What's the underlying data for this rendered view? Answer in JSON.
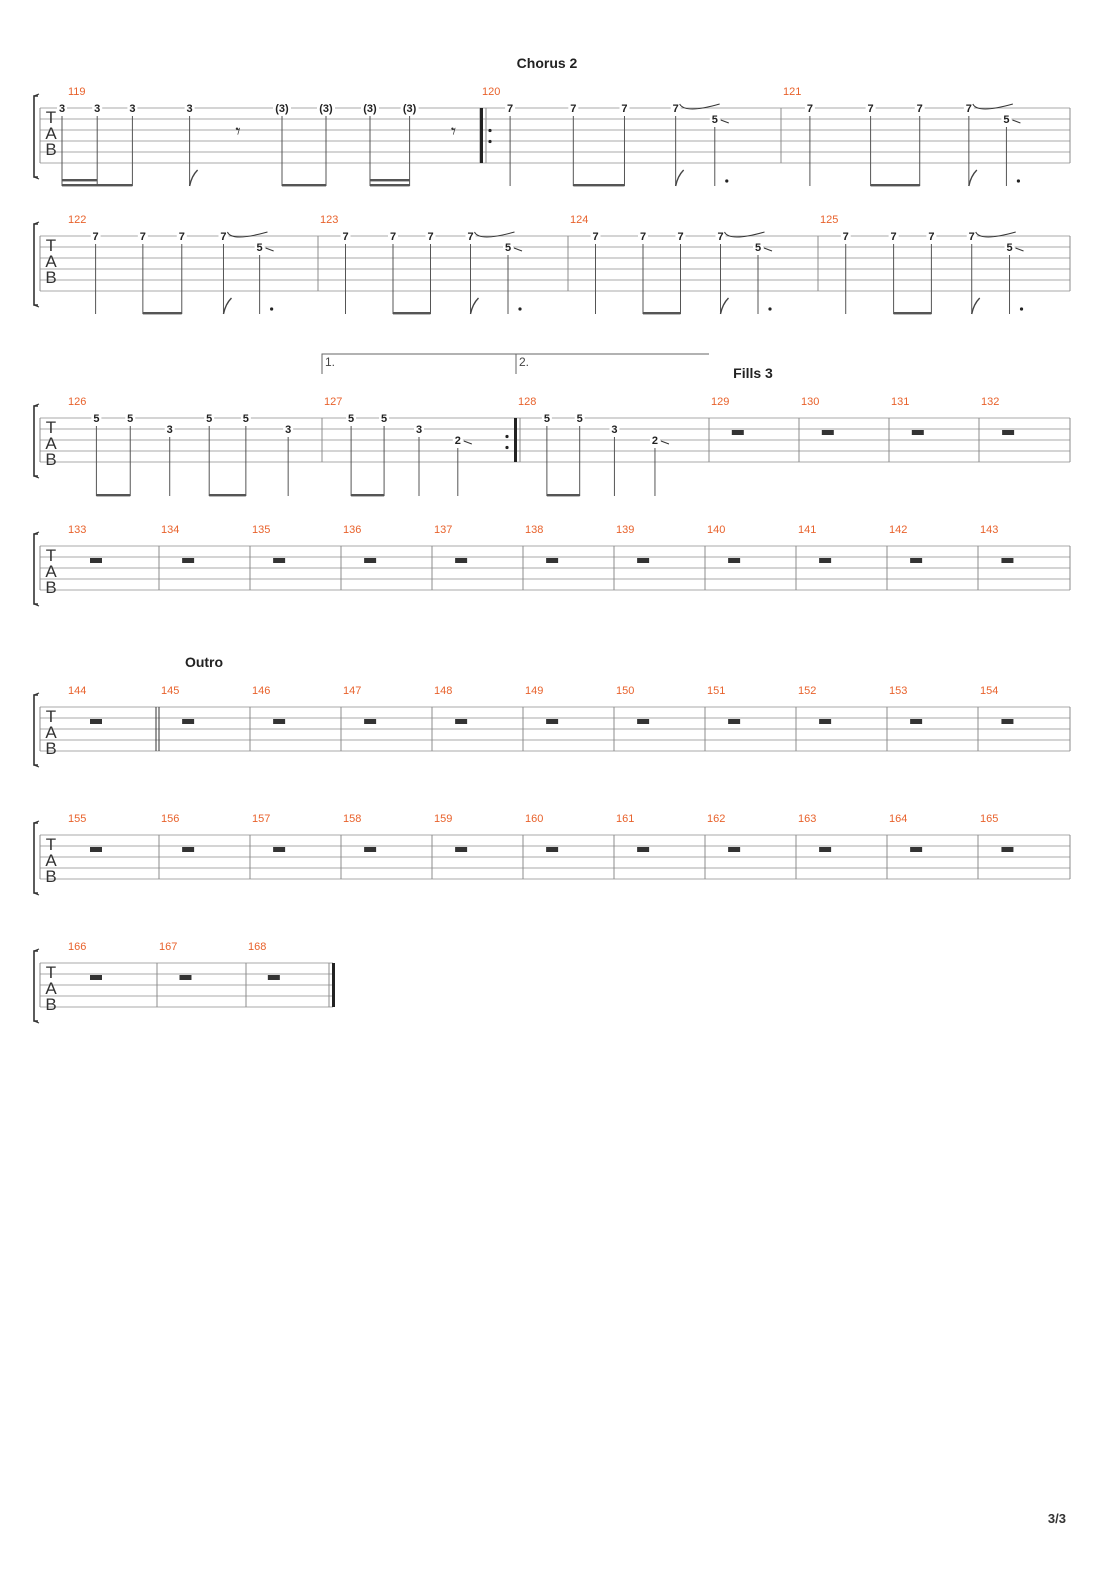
{
  "page": {
    "number": "3/3"
  },
  "colors": {
    "measure_number": "#e8622c",
    "ink": "#222222",
    "line": "#8c8c8c"
  },
  "systems": [
    {
      "sections": [
        {
          "text": "Chorus 2",
          "at_measure": 1
        }
      ],
      "measures": [
        {
          "number": "119",
          "start_barline": "normal",
          "end_barline": "none",
          "notes": [
            {
              "fret": "3",
              "string": 1,
              "pos": 0.05,
              "stem": true,
              "beam": "sixteenth-start"
            },
            {
              "fret": "3",
              "string": 1,
              "pos": 0.13,
              "stem": true,
              "beam": "sixteenth-mid"
            },
            {
              "fret": "3",
              "string": 1,
              "pos": 0.21,
              "stem": true,
              "beam": "end"
            },
            {
              "fret": "3",
              "string": 1,
              "pos": 0.34,
              "stem": true,
              "flag": true
            },
            {
              "rest": "eighth",
              "pos": 0.45
            },
            {
              "fret": "(3)",
              "string": 1,
              "pos": 0.55,
              "stem": true,
              "beam": "start"
            },
            {
              "fret": "(3)",
              "string": 1,
              "pos": 0.65,
              "stem": true,
              "beam": "end"
            },
            {
              "fret": "(3)",
              "string": 1,
              "pos": 0.75,
              "stem": true,
              "beam": "sixteenth-start"
            },
            {
              "fret": "(3)",
              "string": 1,
              "pos": 0.84,
              "stem": true,
              "beam": "sixteenth-end"
            },
            {
              "rest": "eighth",
              "pos": 0.94
            }
          ]
        },
        {
          "number": "120",
          "start_barline": "repeat-start",
          "end_barline": "normal",
          "notes": [
            {
              "fret": "7",
              "string": 1,
              "pos": 0.1,
              "stem": true
            },
            {
              "fret": "7",
              "string": 1,
              "pos": 0.31,
              "stem": true,
              "beam": "start"
            },
            {
              "fret": "7",
              "string": 1,
              "pos": 0.48,
              "stem": true,
              "beam": "end"
            },
            {
              "fret": "7",
              "string": 1,
              "pos": 0.65,
              "stem": true,
              "flag": true,
              "tie_to_next": true
            },
            {
              "fret": "5",
              "string": 2,
              "pos": 0.78,
              "stem": true,
              "slide": true,
              "dot": true
            }
          ]
        },
        {
          "number": "121",
          "start_barline": "none",
          "end_barline": "normal",
          "notes": [
            {
              "fret": "7",
              "string": 1,
              "pos": 0.1,
              "stem": true
            },
            {
              "fret": "7",
              "string": 1,
              "pos": 0.31,
              "stem": true,
              "beam": "start"
            },
            {
              "fret": "7",
              "string": 1,
              "pos": 0.48,
              "stem": true,
              "beam": "end"
            },
            {
              "fret": "7",
              "string": 1,
              "pos": 0.65,
              "stem": true,
              "flag": true,
              "tie_to_next": true
            },
            {
              "fret": "5",
              "string": 2,
              "pos": 0.78,
              "stem": true,
              "slide": true,
              "dot": true
            }
          ]
        }
      ]
    },
    {
      "sections": [],
      "measures": [
        {
          "number": "122",
          "start_barline": "normal",
          "end_barline": "normal",
          "notes": [
            {
              "fret": "7",
              "string": 1,
              "pos": 0.2,
              "stem": true
            },
            {
              "fret": "7",
              "string": 1,
              "pos": 0.37,
              "stem": true,
              "beam": "start"
            },
            {
              "fret": "7",
              "string": 1,
              "pos": 0.51,
              "stem": true,
              "beam": "end"
            },
            {
              "fret": "7",
              "string": 1,
              "pos": 0.66,
              "stem": true,
              "flag": true,
              "tie_to_next": true
            },
            {
              "fret": "5",
              "string": 2,
              "pos": 0.79,
              "stem": true,
              "slide": true,
              "dot": true
            }
          ]
        },
        {
          "number": "123",
          "start_barline": "none",
          "end_barline": "normal",
          "notes": [
            {
              "fret": "7",
              "string": 1,
              "pos": 0.11,
              "stem": true
            },
            {
              "fret": "7",
              "string": 1,
              "pos": 0.3,
              "stem": true,
              "beam": "start"
            },
            {
              "fret": "7",
              "string": 1,
              "pos": 0.45,
              "stem": true,
              "beam": "end"
            },
            {
              "fret": "7",
              "string": 1,
              "pos": 0.61,
              "stem": true,
              "flag": true,
              "tie_to_next": true
            },
            {
              "fret": "5",
              "string": 2,
              "pos": 0.76,
              "stem": true,
              "slide": true,
              "dot": true
            }
          ]
        },
        {
          "number": "124",
          "start_barline": "none",
          "end_barline": "normal",
          "notes": [
            {
              "fret": "7",
              "string": 1,
              "pos": 0.11,
              "stem": true
            },
            {
              "fret": "7",
              "string": 1,
              "pos": 0.3,
              "stem": true,
              "beam": "start"
            },
            {
              "fret": "7",
              "string": 1,
              "pos": 0.45,
              "stem": true,
              "beam": "end"
            },
            {
              "fret": "7",
              "string": 1,
              "pos": 0.61,
              "stem": true,
              "flag": true,
              "tie_to_next": true
            },
            {
              "fret": "5",
              "string": 2,
              "pos": 0.76,
              "stem": true,
              "slide": true,
              "dot": true
            }
          ]
        },
        {
          "number": "125",
          "start_barline": "none",
          "end_barline": "normal",
          "notes": [
            {
              "fret": "7",
              "string": 1,
              "pos": 0.11,
              "stem": true
            },
            {
              "fret": "7",
              "string": 1,
              "pos": 0.3,
              "stem": true,
              "beam": "start"
            },
            {
              "fret": "7",
              "string": 1,
              "pos": 0.45,
              "stem": true,
              "beam": "end"
            },
            {
              "fret": "7",
              "string": 1,
              "pos": 0.61,
              "stem": true,
              "flag": true,
              "tie_to_next": true
            },
            {
              "fret": "5",
              "string": 2,
              "pos": 0.76,
              "stem": true,
              "slide": true,
              "dot": true
            }
          ]
        }
      ]
    },
    {
      "sections": [
        {
          "text": "Fills 3",
          "at_measure": 3
        }
      ],
      "voltas": [
        {
          "text": "1.",
          "measure": 1
        },
        {
          "text": "2.",
          "measure": 2
        }
      ],
      "measures": [
        {
          "number": "126",
          "start_barline": "normal",
          "end_barline": "normal",
          "notes": [
            {
              "fret": "5",
              "string": 1,
              "pos": 0.2,
              "stem": true,
              "beam": "start"
            },
            {
              "fret": "5",
              "string": 1,
              "pos": 0.32,
              "stem": true,
              "beam": "end"
            },
            {
              "fret": "3",
              "string": 2,
              "pos": 0.46,
              "stem": true
            },
            {
              "fret": "5",
              "string": 1,
              "pos": 0.6,
              "stem": true,
              "beam": "start"
            },
            {
              "fret": "5",
              "string": 1,
              "pos": 0.73,
              "stem": true,
              "beam": "end"
            },
            {
              "fret": "3",
              "string": 2,
              "pos": 0.88,
              "stem": true
            }
          ]
        },
        {
          "number": "127",
          "start_barline": "none",
          "end_barline": "repeat-end",
          "notes": [
            {
              "fret": "5",
              "string": 1,
              "pos": 0.15,
              "stem": true,
              "beam": "start"
            },
            {
              "fret": "5",
              "string": 1,
              "pos": 0.32,
              "stem": true,
              "beam": "end"
            },
            {
              "fret": "3",
              "string": 2,
              "pos": 0.5,
              "stem": true
            },
            {
              "fret": "2",
              "string": 3,
              "pos": 0.7,
              "stem": true,
              "slide": true
            }
          ]
        },
        {
          "number": "128",
          "start_barline": "none",
          "end_barline": "normal",
          "notes": [
            {
              "fret": "5",
              "string": 1,
              "pos": 0.16,
              "stem": true,
              "beam": "start"
            },
            {
              "fret": "5",
              "string": 1,
              "pos": 0.33,
              "stem": true,
              "beam": "end"
            },
            {
              "fret": "3",
              "string": 2,
              "pos": 0.51,
              "stem": true
            },
            {
              "fret": "2",
              "string": 3,
              "pos": 0.72,
              "stem": true,
              "slide": true
            }
          ]
        },
        {
          "number": "129",
          "start_barline": "none",
          "end_barline": "normal",
          "rest": "whole"
        },
        {
          "number": "130",
          "start_barline": "none",
          "end_barline": "normal",
          "rest": "whole"
        },
        {
          "number": "131",
          "start_barline": "none",
          "end_barline": "normal",
          "rest": "whole"
        },
        {
          "number": "132",
          "start_barline": "none",
          "end_barline": "normal",
          "rest": "whole"
        }
      ]
    },
    {
      "sections": [],
      "measures": [
        {
          "number": "133",
          "rest": "whole"
        },
        {
          "number": "134",
          "rest": "whole"
        },
        {
          "number": "135",
          "rest": "whole"
        },
        {
          "number": "136",
          "rest": "whole"
        },
        {
          "number": "137",
          "rest": "whole"
        },
        {
          "number": "138",
          "rest": "whole"
        },
        {
          "number": "139",
          "rest": "whole"
        },
        {
          "number": "140",
          "rest": "whole"
        },
        {
          "number": "141",
          "rest": "whole"
        },
        {
          "number": "142",
          "rest": "whole"
        },
        {
          "number": "143",
          "rest": "whole"
        }
      ]
    },
    {
      "sections": [
        {
          "text": "Outro",
          "at_measure": 1
        }
      ],
      "measures": [
        {
          "number": "144",
          "rest": "whole",
          "end_barline": "double"
        },
        {
          "number": "145",
          "rest": "whole"
        },
        {
          "number": "146",
          "rest": "whole"
        },
        {
          "number": "147",
          "rest": "whole"
        },
        {
          "number": "148",
          "rest": "whole"
        },
        {
          "number": "149",
          "rest": "whole"
        },
        {
          "number": "150",
          "rest": "whole"
        },
        {
          "number": "151",
          "rest": "whole"
        },
        {
          "number": "152",
          "rest": "whole"
        },
        {
          "number": "153",
          "rest": "whole"
        },
        {
          "number": "154",
          "rest": "whole"
        }
      ]
    },
    {
      "sections": [],
      "measures": [
        {
          "number": "155",
          "rest": "whole"
        },
        {
          "number": "156",
          "rest": "whole"
        },
        {
          "number": "157",
          "rest": "whole"
        },
        {
          "number": "158",
          "rest": "whole"
        },
        {
          "number": "159",
          "rest": "whole"
        },
        {
          "number": "160",
          "rest": "whole"
        },
        {
          "number": "161",
          "rest": "whole"
        },
        {
          "number": "162",
          "rest": "whole"
        },
        {
          "number": "163",
          "rest": "whole"
        },
        {
          "number": "164",
          "rest": "whole"
        },
        {
          "number": "165",
          "rest": "whole"
        }
      ]
    },
    {
      "sections": [],
      "measures": [
        {
          "number": "166",
          "rest": "whole"
        },
        {
          "number": "167",
          "rest": "whole"
        },
        {
          "number": "168",
          "rest": "whole",
          "end_barline": "final"
        }
      ]
    }
  ],
  "tab_clef": {
    "letters": [
      "T",
      "A",
      "B"
    ]
  }
}
